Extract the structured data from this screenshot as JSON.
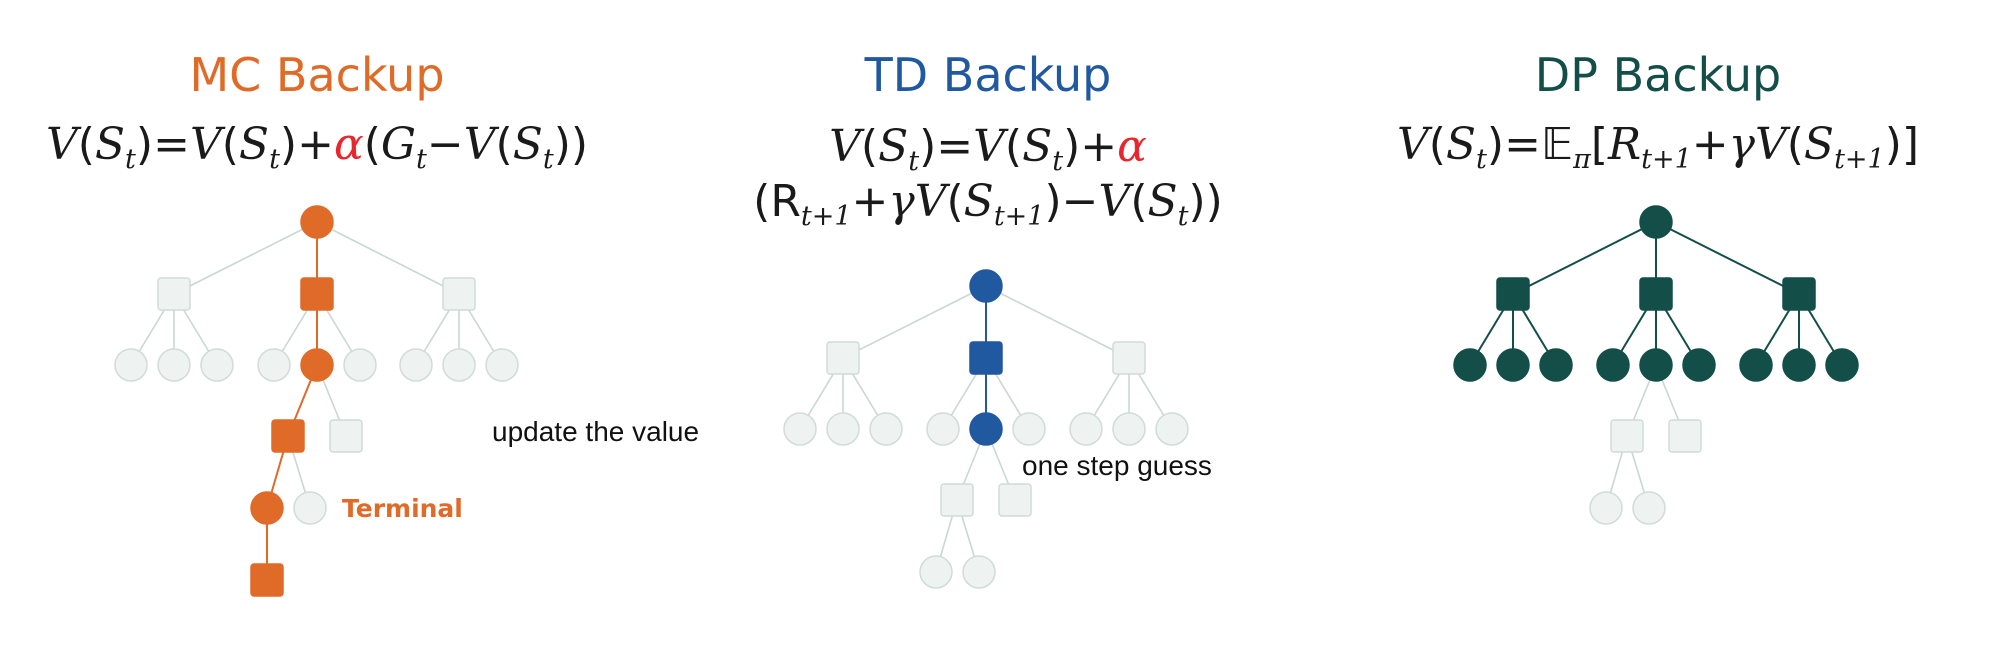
{
  "colors": {
    "mc": "#e06a28",
    "td": "#2159a0",
    "dp": "#134e48",
    "faded_fill": "#eef3f1",
    "faded_stroke": "#cfdcd8",
    "faded_edge": "#c9d8d3",
    "alpha": "#e8262b"
  },
  "mc": {
    "title": "MC Backup",
    "terminal_label": "Terminal",
    "eq": {
      "lhs_v": "V",
      "lhs_s": "S",
      "lhs_sub": "t",
      "eq_sign": "=",
      "r_v": "V",
      "r_s": "S",
      "r_sub": "t",
      "plus": "+",
      "alpha": "α",
      "g": "G",
      "g_sub": "t",
      "minus": "−",
      "m_v": "V",
      "m_s": "S",
      "m_sub": "t"
    }
  },
  "td": {
    "title": "TD Backup",
    "eq": {
      "lhs_v": "V",
      "lhs_s": "S",
      "lhs_sub": "t",
      "eq_sign": "=",
      "r_v": "V",
      "r_s": "S",
      "r_sub": "t",
      "plus": "+",
      "alpha": "α",
      "r": "R",
      "r_sub2": "t+1",
      "plus2": "+",
      "gamma": "γ",
      "n_v": "V",
      "n_s": "S",
      "n_sub": "t+1",
      "minus": "−",
      "m_v": "V",
      "m_s": "S",
      "m_sub": "t"
    }
  },
  "dp": {
    "title": "DP Backup",
    "eq": {
      "lhs_v": "V",
      "lhs_s": "S",
      "lhs_sub": "t",
      "eq_sign": "=",
      "e": "𝔼",
      "pi": "π",
      "r": "R",
      "r_sub": "t+1",
      "plus": "+",
      "gamma": "γ",
      "n_v": "V",
      "n_s": "S",
      "n_sub": "t+1"
    }
  },
  "annotations": {
    "update": "update the value",
    "guess": "one step guess"
  }
}
